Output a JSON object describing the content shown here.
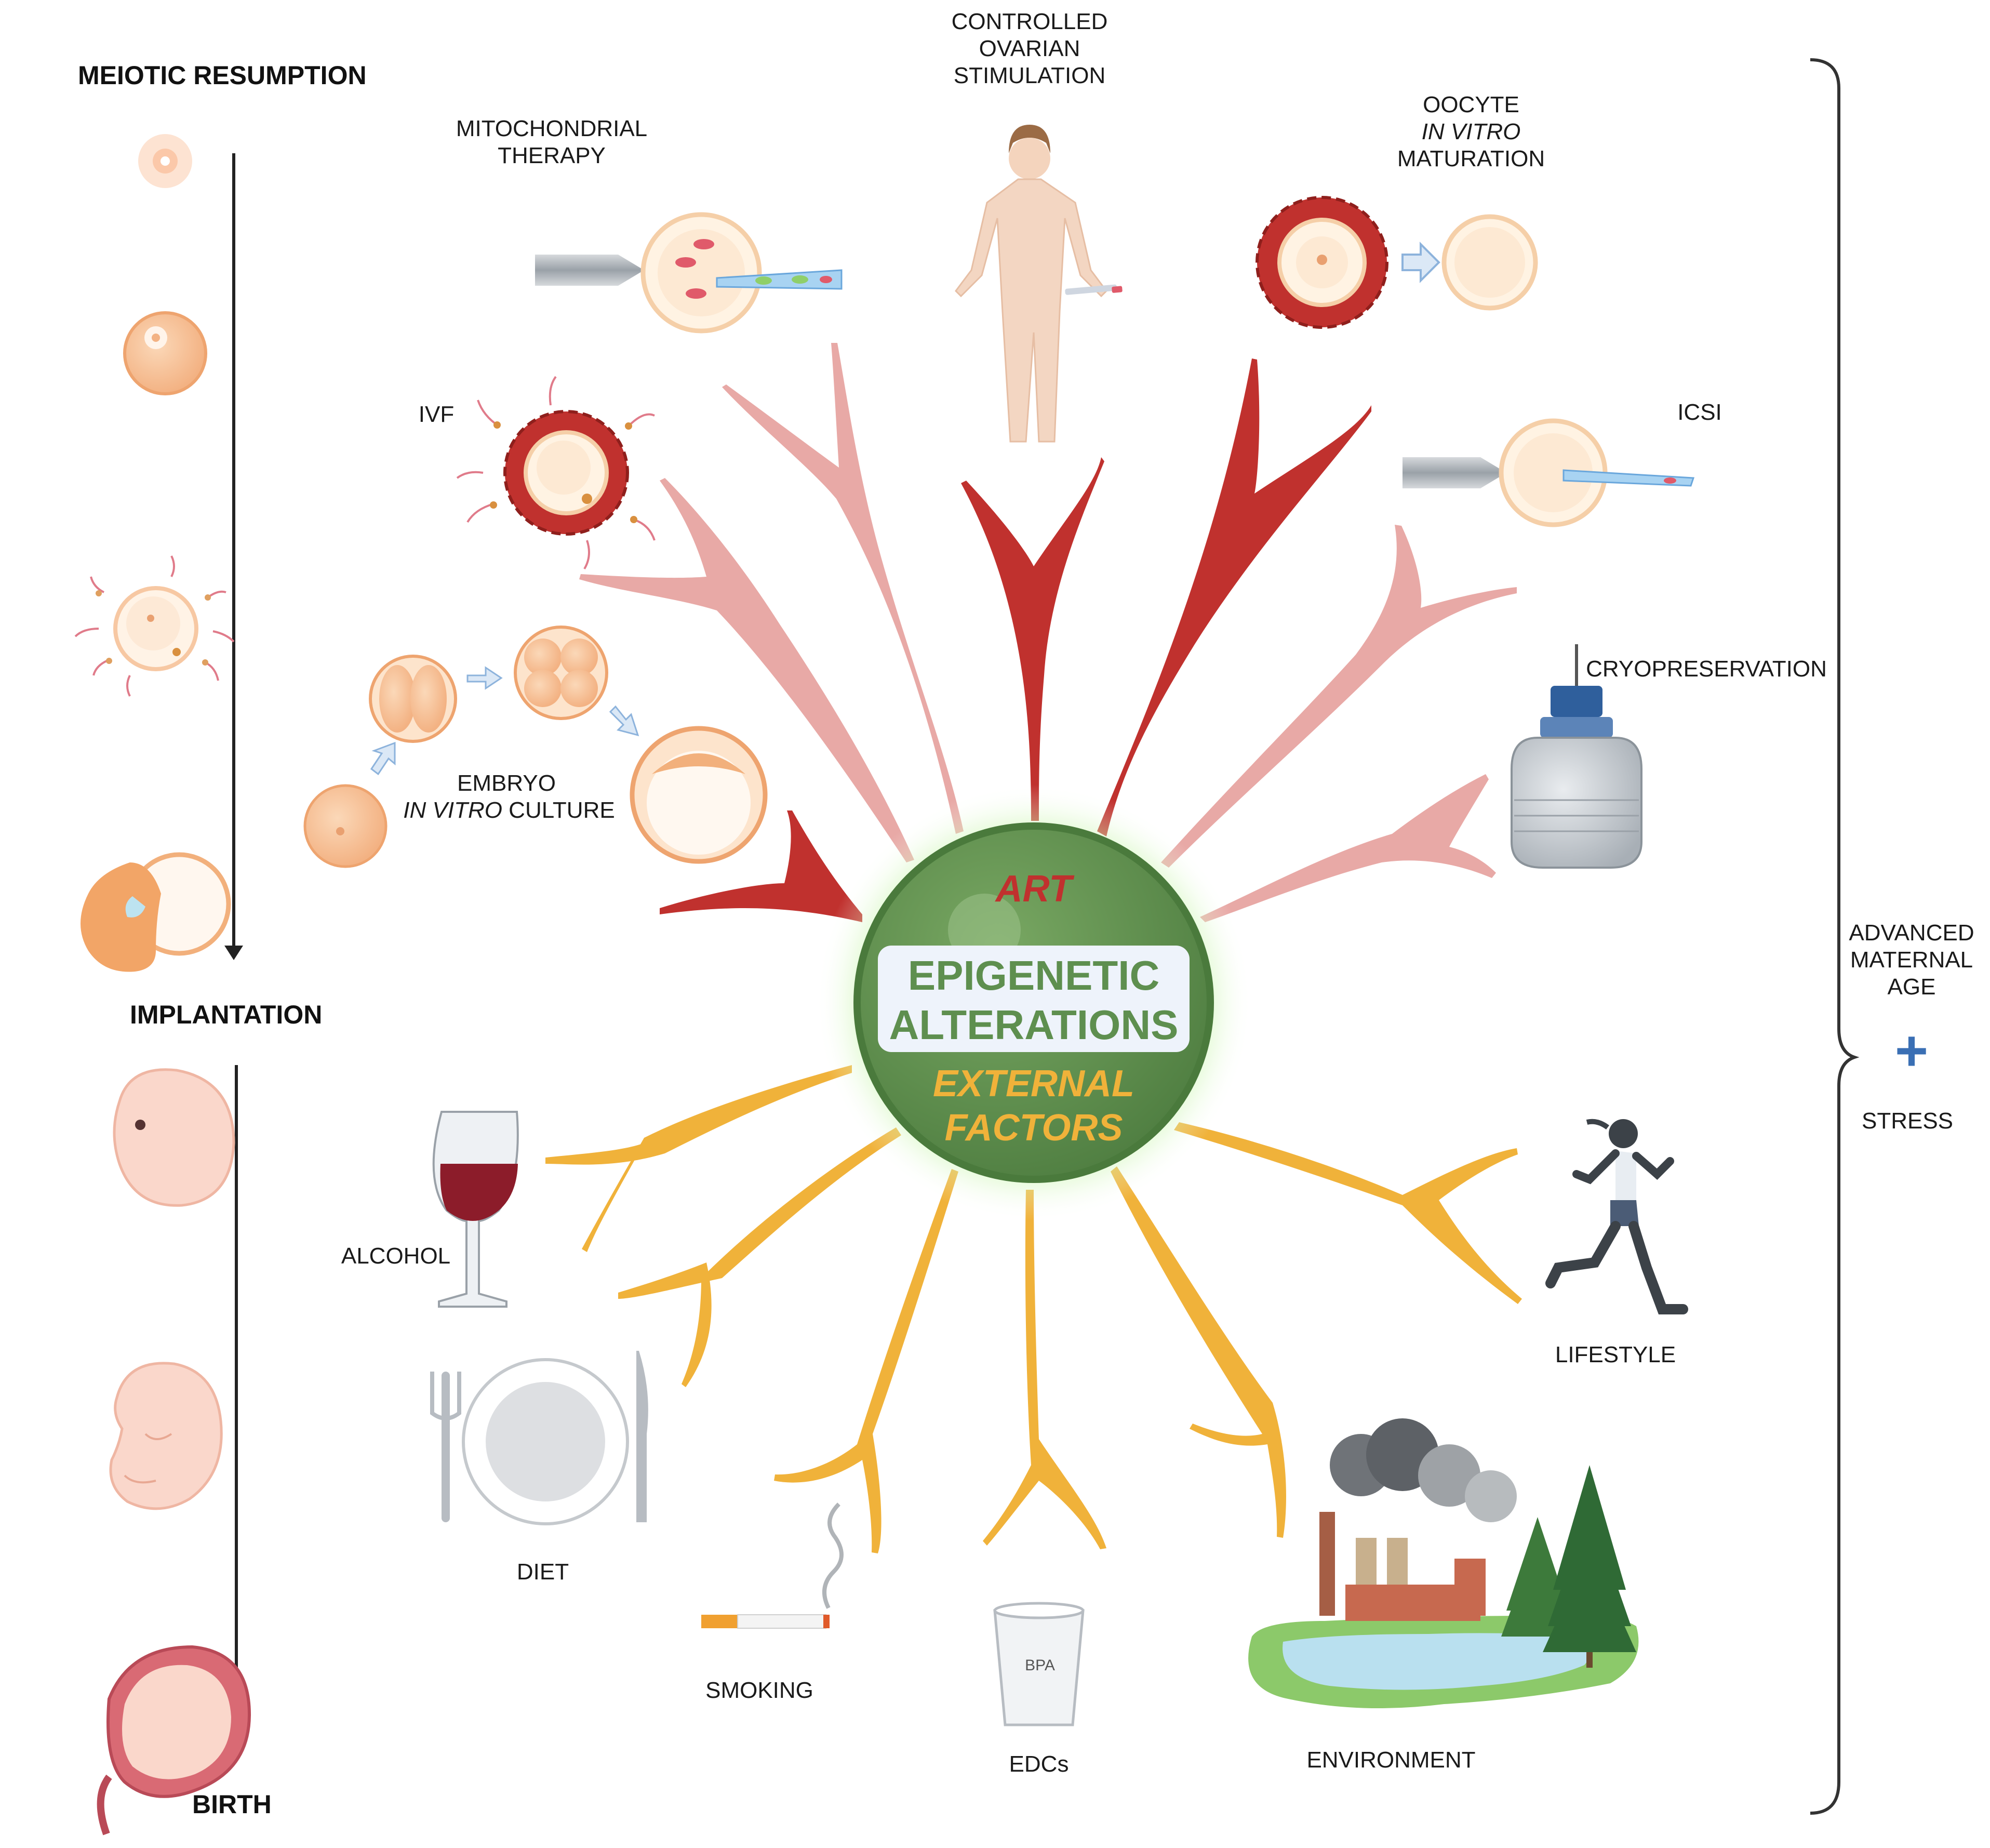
{
  "timeline": {
    "top_label": "MEIOTIC RESUMPTION",
    "middle_label": "IMPLANTATION",
    "bottom_label": "BIRTH"
  },
  "center": {
    "art_label": "ART",
    "main_line1": "EPIGENETIC",
    "main_line2": "ALTERATIONS",
    "external_line1": "EXTERNAL",
    "external_line2": "FACTORS"
  },
  "art_factors": {
    "mitochondrial": [
      "MITOCHONDRIAL",
      "THERAPY"
    ],
    "cos": [
      "CONTROLLED",
      "OVARIAN",
      "STIMULATION"
    ],
    "ivm": {
      "line1": "OOCYTE",
      "line2_italic": "IN VITRO",
      "line3": "MATURATION"
    },
    "ivf": "IVF",
    "icsi": "ICSI",
    "embryo": {
      "line1": "EMBRYO",
      "line2_italic": "IN VITRO",
      "line2_rest": " CULTURE"
    },
    "cryo": "CRYOPRESERVATION"
  },
  "external_factors": {
    "alcohol": "ALCOHOL",
    "diet": "DIET",
    "smoking": "SMOKING",
    "edcs": "EDCs",
    "bpa": "BPA",
    "environment": "ENVIRONMENT",
    "lifestyle": "LIFESTYLE"
  },
  "bracket": {
    "line1": "ADVANCED",
    "line2": "MATERNAL",
    "line3": "AGE",
    "plus": "+",
    "stress": "STRESS"
  },
  "colors": {
    "art_dark": "#c0312e",
    "art_light": "#e8a9a6",
    "external": "#f0b23a",
    "center_green": "#5e8f4f",
    "center_glow": "#9fe07e",
    "plus_blue": "#3a6fb4"
  }
}
